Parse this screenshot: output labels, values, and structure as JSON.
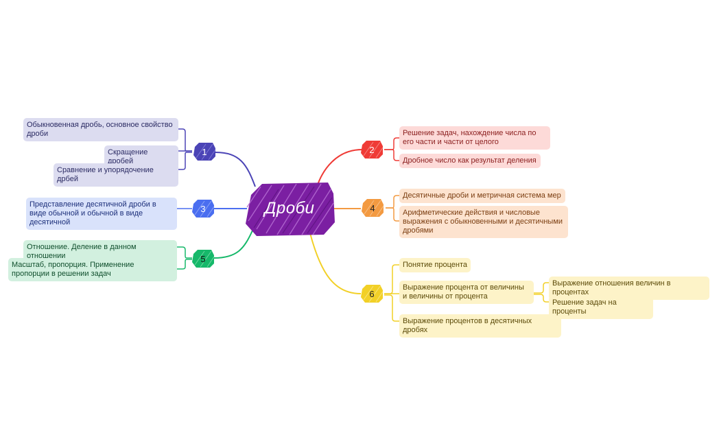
{
  "mindmap": {
    "title": "Дроби",
    "colors": {
      "center": "#7b1fa2",
      "b1": "#4b44b6",
      "b2": "#ef3b36",
      "b3": "#4a6ef0",
      "b4": "#f39a41",
      "b5": "#16b86a",
      "b6": "#f2d027"
    },
    "branches": {
      "b1": {
        "label": "1",
        "items": [
          "Обыкновенная дробь, основное свойство дроби",
          "Скращение дробей",
          "Сравнение и упорядочение дрбей"
        ]
      },
      "b2": {
        "label": "2",
        "items": [
          "Решение задач, нахождение числа по его части и части от целого",
          "Дробное число как результат деления"
        ]
      },
      "b3": {
        "label": "3",
        "items": [
          "Представление десятичной дроби в виде обычной и обычной в виде десятичной"
        ]
      },
      "b4": {
        "label": "4",
        "items": [
          "Десятичные дроби и метричная система мер",
          "Арифметические действия и числовые выражения с обыкновенными и десятичными дробями"
        ]
      },
      "b5": {
        "label": "5",
        "items": [
          "Отношение. Деление в данном отношении",
          "Масштаб, пропорция. Применение пропорции в решении задач"
        ]
      },
      "b6": {
        "label": "6",
        "items": [
          "Понятие процента",
          "Выражение процента от величины и величины от процента",
          "Выражение процентов в десятичных дробях"
        ],
        "sub_items": [
          "Выражение отношения величин в процентах",
          "Решение задач на проценты"
        ]
      }
    }
  }
}
